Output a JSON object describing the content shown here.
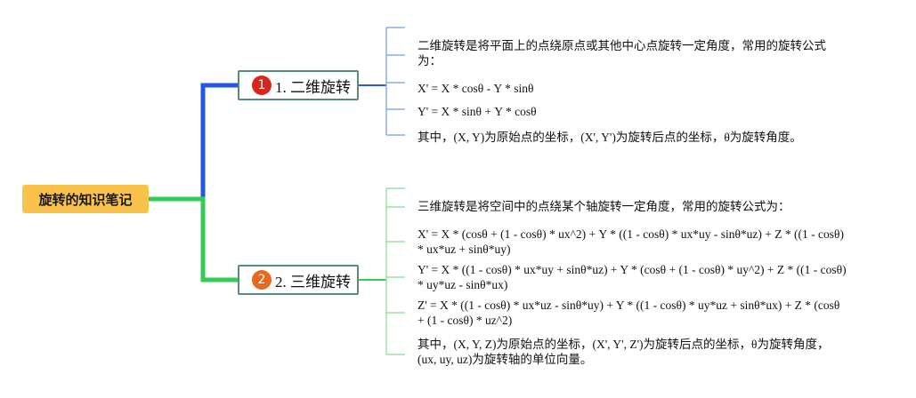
{
  "root": {
    "title": "旋转的知识笔记"
  },
  "branches": [
    {
      "number": "1",
      "label": "1. 二维旋转",
      "items": [
        {
          "lines": [
            "二维旋转是将平面上的点绕原点或其他中心点旋转一定角度，常用的旋转公式",
            "为："
          ]
        },
        {
          "lines": [
            "X' = X * cosθ - Y * sinθ"
          ]
        },
        {
          "lines": [
            "Y' = X * sinθ + Y * cosθ"
          ]
        },
        {
          "lines": [
            "其中，(X, Y)为原始点的坐标，(X', Y')为旋转后点的坐标，θ为旋转角度。"
          ]
        }
      ]
    },
    {
      "number": "2",
      "label": "2. 三维旋转",
      "items": [
        {
          "lines": [
            "三维旋转是将空间中的点绕某个轴旋转一定角度，常用的旋转公式为："
          ]
        },
        {
          "lines": [
            "X' = X * (cosθ + (1 - cosθ) * ux^2) + Y * ((1 - cosθ) * ux*uy - sinθ*uz) + Z * ((1 - cosθ)",
            "* ux*uz + sinθ*uy)"
          ]
        },
        {
          "lines": [
            "Y' = X * ((1 - cosθ) * ux*uy + sinθ*uz) + Y * (cosθ + (1 - cosθ) * uy^2) + Z * ((1 - cosθ)",
            "* uy*uz - sinθ*ux)"
          ]
        },
        {
          "lines": [
            "Z' = X * ((1 - cosθ) * ux*uz - sinθ*uy) + Y * ((1 - cosθ) * uy*uz + sinθ*ux) + Z * (cosθ",
            "+ (1 - cosθ) * uz^2)"
          ]
        },
        {
          "lines": [
            "其中，(X, Y, Z)为原始点的坐标，(X', Y', Z')为旋转后点的坐标，θ为旋转角度，",
            "(ux, uy, uz)为旋转轴的单位向量。"
          ]
        }
      ]
    }
  ],
  "colors": {
    "root_fill": "#f9c24a",
    "branch1_line": "#2457e6",
    "branch2_line": "#33cc55",
    "branch_border": "#5a8a7a",
    "leaf1_line": "#8aaee0",
    "leaf2_line": "#9ee0a8",
    "badge1": "#d7261c",
    "badge2": "#e8681d"
  }
}
